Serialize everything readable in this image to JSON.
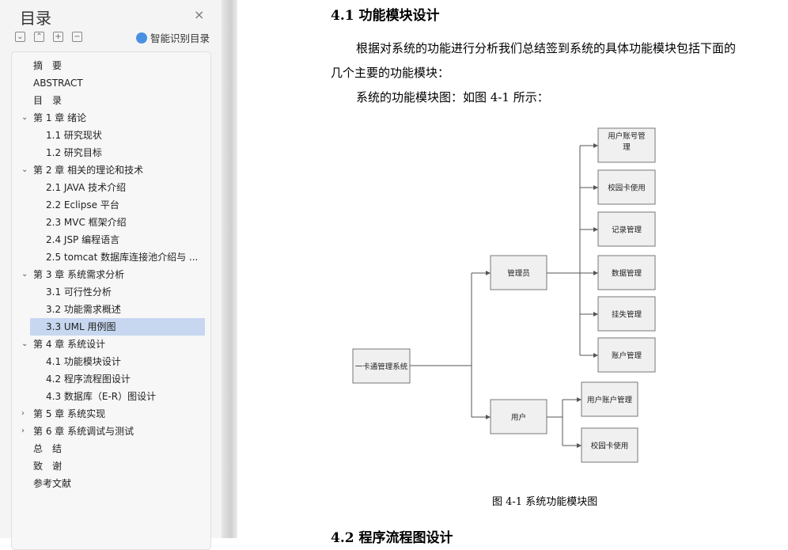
{
  "sidebar": {
    "title": "目录",
    "close": "×",
    "smart_label": "智能识别目录",
    "toolbar": [
      "⌄",
      "⌃",
      "+",
      "−"
    ],
    "items": [
      {
        "label": "摘　要",
        "level": 0
      },
      {
        "label": "ABSTRACT",
        "level": 0
      },
      {
        "label": "目　录",
        "level": 0
      },
      {
        "label": "第 1 章  绪论",
        "level": 0,
        "chev": "⌄"
      },
      {
        "label": "1.1 研究现状",
        "level": 1
      },
      {
        "label": "1.2 研究目标",
        "level": 1
      },
      {
        "label": "第 2 章  相关的理论和技术",
        "level": 0,
        "chev": "⌄"
      },
      {
        "label": "2.1 JAVA 技术介绍",
        "level": 1
      },
      {
        "label": "2.2 Eclipse  平台",
        "level": 1
      },
      {
        "label": "2.3 MVC 框架介绍",
        "level": 1
      },
      {
        "label": "2.4 JSP  编程语言",
        "level": 1
      },
      {
        "label": "2.5 tomcat  数据库连接池介绍与 ...",
        "level": 1
      },
      {
        "label": "第 3 章  系统需求分析",
        "level": 0,
        "chev": "⌄"
      },
      {
        "label": "3.1  可行性分析",
        "level": 1
      },
      {
        "label": "3.2  功能需求概述",
        "level": 1
      },
      {
        "label": "3.3 UML 用例图",
        "level": 1,
        "selected": true
      },
      {
        "label": "第 4 章  系统设计",
        "level": 0,
        "chev": "⌄"
      },
      {
        "label": "4.1 功能模块设计",
        "level": 1
      },
      {
        "label": "4.2  程序流程图设计",
        "level": 1
      },
      {
        "label": "4.3  数据库（E-R）图设计",
        "level": 1
      },
      {
        "label": "第 5 章  系统实现",
        "level": 0,
        "chev": "›"
      },
      {
        "label": "第 6 章  系统调试与测试",
        "level": 0,
        "chev": "›"
      },
      {
        "label": "总　结",
        "level": 0
      },
      {
        "label": "致　谢",
        "level": 0
      },
      {
        "label": "参考文献",
        "level": 0
      }
    ]
  },
  "doc": {
    "heading": "4.1 功能模块设计",
    "para1_line1": "根据对系统的功能进行分析我们总结签到系统的具体功能模块包括下面的",
    "para1_line2": "几个主要的功能模块：",
    "para2": "系统的功能模块图：如图 4-1 所示：",
    "caption": "图 4-1  系统功能模块图",
    "next_heading": "4.2  程序流程图设计",
    "diagram": {
      "root": "一卡通管理系统",
      "admin": "管理员",
      "user": "用户",
      "admin_children": [
        [
          "用户账号管",
          "理"
        ],
        [
          "校园卡使用"
        ],
        [
          "记录管理"
        ],
        [
          "数据管理"
        ],
        [
          "挂失管理"
        ],
        [
          "账户管理"
        ]
      ],
      "user_children": [
        "用户账户管理",
        "校园卡使用"
      ]
    }
  }
}
